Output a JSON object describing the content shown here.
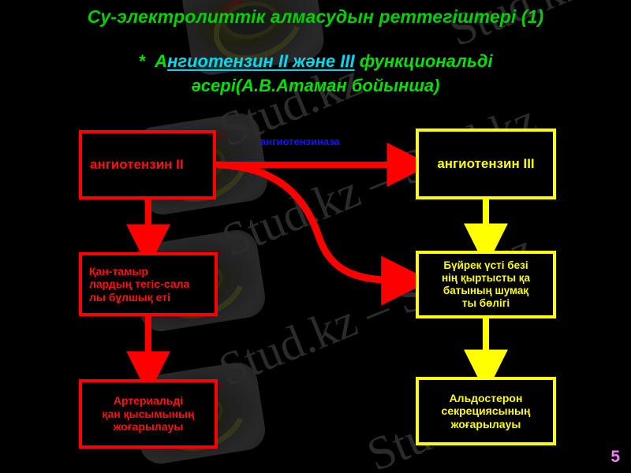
{
  "slide": {
    "page_number": "5",
    "background_color": "#000000",
    "title": "Су-электролиттік алмасудын реттегіштері (1)",
    "title_color": "#00d000",
    "subtitle": {
      "star": "*",
      "lead": "А",
      "highlight": "нгиотензин II және III",
      "tail": " функциональді",
      "line2": "әсері(А.В.Атаман бойынша)",
      "green_color": "#00e000",
      "cyan_color": "#00d8f0"
    }
  },
  "diagram": {
    "enzyme_label": {
      "text": "ангиотензиназа",
      "color": "#1414ff"
    },
    "nodes": [
      {
        "id": "angiotensin-2",
        "text": "ангиотензин II",
        "color": "#ff0000",
        "text_color": "#ff1010"
      },
      {
        "id": "smooth-muscle",
        "text": "Қан-тамыр лардың тегіс-сала лы бұлшық еті",
        "lines": [
          "Қан-тамыр",
          "лардың тегіс-сала",
          "лы бұлшық еті"
        ],
        "color": "#ff0000",
        "text_color": "#ff1010"
      },
      {
        "id": "arterial-pressure",
        "text": "Артериальді қан қысымының жоғарылауы",
        "lines": [
          "Артериальді",
          "қан қысымының",
          "жоғарылауы"
        ],
        "color": "#ff0000",
        "text_color": "#ff1010"
      },
      {
        "id": "angiotensin-3",
        "text": "ангиотензин III",
        "color": "#ffff00",
        "text_color": "#ffff00"
      },
      {
        "id": "adrenal-cortex",
        "text": "Бүйрек үсті безі нің қыртысты қа батының шумақ ты бөлігі",
        "lines": [
          "Бүйрек үсті безі",
          "нің қыртысты қа",
          "батының шумақ",
          "ты бөлігі"
        ],
        "color": "#ffff00",
        "text_color": "#ffff00"
      },
      {
        "id": "aldosterone",
        "text": "Альдостерон секрециясының жоғарылауы",
        "lines": [
          "Альдостерон",
          "секрециясының",
          "жоғарылауы"
        ],
        "color": "#ffff00",
        "text_color": "#ffff00"
      }
    ],
    "arrows": [
      {
        "id": "ang2-to-ang3",
        "from": "angiotensin-2",
        "to": "angiotensin-3",
        "color": "#ff0000",
        "shape": "straight-horizontal"
      },
      {
        "id": "ang2-to-adrenal",
        "from": "angiotensin-2",
        "to": "adrenal-cortex",
        "color": "#ff0000",
        "shape": "s-curve"
      },
      {
        "id": "ang2-to-smooth",
        "from": "angiotensin-2",
        "to": "smooth-muscle",
        "color": "#ff0000",
        "shape": "vertical"
      },
      {
        "id": "smooth-to-pressure",
        "from": "smooth-muscle",
        "to": "arterial-pressure",
        "color": "#ff0000",
        "shape": "vertical"
      },
      {
        "id": "ang3-to-adrenal",
        "from": "angiotensin-3",
        "to": "adrenal-cortex",
        "color": "#ffff00",
        "shape": "vertical"
      },
      {
        "id": "adrenal-to-aldo",
        "from": "adrenal-cortex",
        "to": "aldosterone",
        "color": "#ffff00",
        "shape": "vertical"
      }
    ]
  },
  "watermarks": {
    "text_a": "Stud.kz",
    "text_b": "Stud.kz – Stud.kz",
    "color": "#2b2b2b"
  }
}
